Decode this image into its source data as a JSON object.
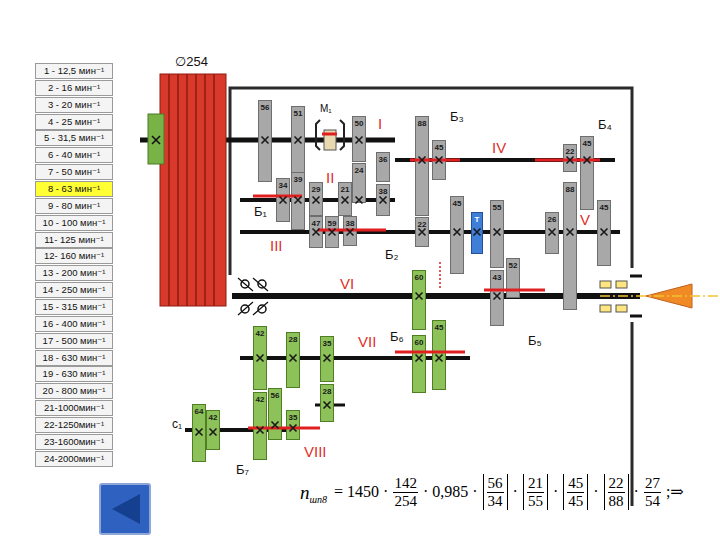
{
  "diagram": {
    "nodes": [
      {
        "text": [
          "1 - 12,5 мин⁻¹"
        ]
      },
      {
        "text": [
          "2 - 16 мин⁻¹"
        ]
      },
      {
        "text": [
          "3 - 20 мин⁻¹"
        ]
      },
      {
        "text": [
          "4 - 25 мин⁻¹"
        ]
      },
      {
        "text": [
          "5 - 31,5 мин⁻¹"
        ]
      },
      {
        "text": [
          "6 - 40 мин⁻¹"
        ]
      },
      {
        "text": [
          "7 - 50 мин⁻¹"
        ]
      },
      {
        "text": [
          "8 - 63 мин⁻¹"
        ]
      },
      {
        "text": [
          "9 - 80 мин⁻¹"
        ]
      },
      {
        "text": [
          "10 - 100 мин⁻¹"
        ]
      },
      {
        "text": [
          "11- 125 мин⁻¹"
        ]
      },
      {
        "text": [
          "12- 160 мин⁻¹"
        ]
      },
      {
        "text": [
          "13 - 200 мин⁻¹"
        ]
      },
      {
        "text": [
          "14 - 250 мин⁻¹"
        ]
      },
      {
        "text": [
          "15 - 315 мин⁻¹"
        ]
      },
      {
        "text": [
          "16 - 400 мин⁻¹"
        ]
      },
      {
        "text": [
          "17 - 500 мин⁻¹"
        ]
      },
      {
        "text": [
          "18 - 630 мин⁻¹"
        ]
      },
      {
        "text": [
          "19 - 630 мин⁻¹"
        ]
      },
      {
        "text": [
          "20 - 800 мин⁻¹"
        ]
      },
      {
        "text": [
          "21-1000мин⁻¹"
        ]
      },
      {
        "text": [
          "22-1250мин⁻¹"
        ]
      },
      {
        "text": [
          "23-1600мин⁻¹"
        ]
      },
      {
        "text": [
          "24-2000мин⁻¹"
        ]
      },
      {
        "text": [
          "56"
        ]
      },
      {
        "text": [
          "51"
        ]
      },
      {
        "text": [
          "50"
        ]
      },
      {
        "text": [
          "34"
        ]
      },
      {
        "text": [
          "39"
        ]
      },
      {
        "text": [
          "29"
        ]
      },
      {
        "text": [
          "21"
        ]
      },
      {
        "text": [
          "24"
        ]
      },
      {
        "text": [
          "36"
        ]
      },
      {
        "text": [
          "38"
        ]
      },
      {
        "text": [
          "47"
        ]
      },
      {
        "text": [
          "59"
        ]
      },
      {
        "text": [
          "38"
        ]
      },
      {
        "text": [
          "88"
        ]
      },
      {
        "text": [
          "45"
        ]
      },
      {
        "text": [
          "22"
        ]
      },
      {
        "text": [
          "45"
        ]
      },
      {
        "text": [
          "T"
        ]
      },
      {
        "text": [
          "55"
        ]
      },
      {
        "text": [
          "43"
        ]
      },
      {
        "text": [
          "52"
        ]
      },
      {
        "text": [
          "26"
        ]
      },
      {
        "text": [
          "22"
        ]
      },
      {
        "text": [
          "88"
        ]
      },
      {
        "text": [
          "45"
        ]
      },
      {
        "text": [
          "45"
        ]
      },
      {
        "text": [
          "60"
        ]
      },
      {
        "text": [
          "60"
        ]
      },
      {
        "text": [
          "45"
        ]
      },
      {
        "text": [
          "42"
        ]
      },
      {
        "text": [
          "28"
        ]
      },
      {
        "text": [
          "35"
        ]
      },
      {
        "text": [
          "42"
        ]
      },
      {
        "text": [
          "56"
        ]
      },
      {
        "text": [
          "35"
        ]
      },
      {
        "text": [
          "28"
        ]
      },
      {
        "text": [
          "64"
        ]
      },
      {
        "text": [
          "42"
        ]
      }
    ],
    "labels": [
      "∅254",
      "M₁",
      "I",
      "II",
      "III",
      "IV",
      "V",
      "VI",
      "VII",
      "VIII",
      "Б₁",
      "Б₂",
      "Б₃",
      "Б₄",
      "Б₅",
      "Б₆",
      "Б₇",
      "c₁",
      "n",
      "шп8",
      "= 1450 ·",
      "142",
      "254",
      "· 0,985 ·",
      "56",
      "34",
      "·",
      "21",
      "55",
      "·",
      "45",
      "45",
      "·",
      "22",
      "88",
      "·",
      "27",
      "54",
      ";⇒"
    ]
  }
}
